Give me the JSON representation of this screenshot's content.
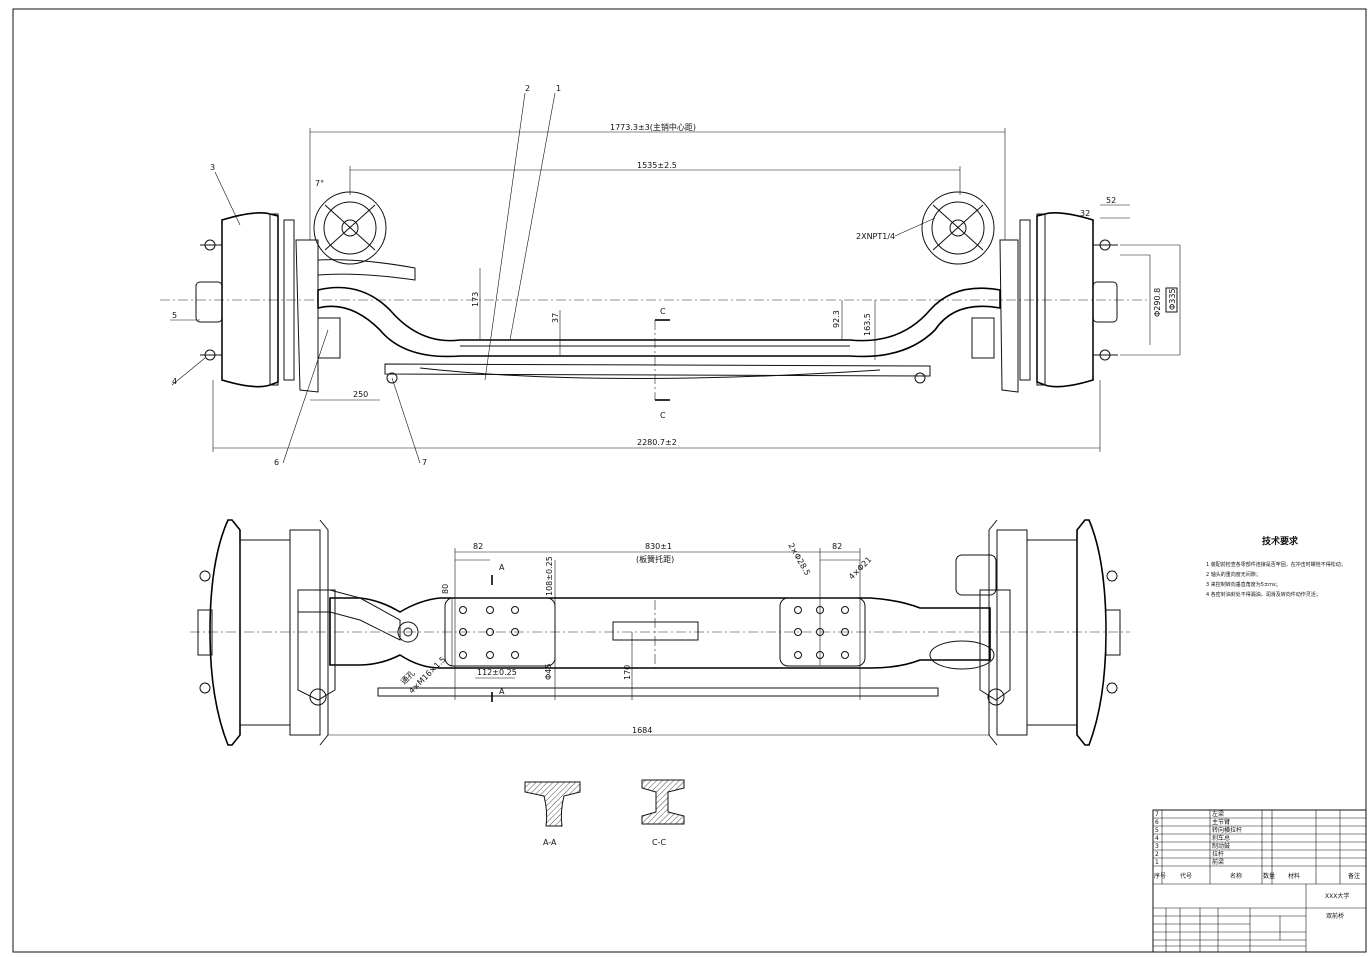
{
  "dimensions": {
    "kingpin_distance": "1773.3±3(主销中心距)",
    "chamber_span": "1535±2.5",
    "overall_width": "2280.7±2",
    "width_52": "52",
    "width_32": "32",
    "drop_173": "173",
    "drop_37": "37",
    "drop_92_3": "92.3",
    "drop_163_5": "163.5",
    "offset_250": "250",
    "drum_diameter": "Φ290.8",
    "drum_code": "Φ335",
    "thread_note": "2XNPT1/4",
    "angle_7": "7°",
    "spring_seat": "830±1",
    "spring_seat_note": "(板簧托距)",
    "seat_82_left": "82",
    "seat_82_right": "82",
    "seat_108": "108±0.25",
    "seat_80": "80",
    "seat_112": "112±0.25",
    "seat_45": "Φ45",
    "seat_170": "170",
    "tie_rod_length": "1684",
    "hole_note": "通孔",
    "thread_spec": "4×M16×1.5",
    "hole_4x21": "4×Φ21",
    "hole_right": "2×Φ28.5"
  },
  "callouts": [
    "1",
    "2",
    "3",
    "4",
    "5",
    "6",
    "7"
  ],
  "section_marks": {
    "a": "A",
    "c": "C"
  },
  "sections": {
    "aa": "A-A",
    "cc": "C-C"
  },
  "tech_requirements": {
    "title": "技术要求",
    "items": [
      "1 装配前检查各零部件连接是否牢固，在冲击时螺栓不得松动；",
      "2 轴头的重向度无间隙；",
      "3 来控制转向垂直角度为5±ms；",
      "4 各密封油封处不得漏油，润滑及转向件动作灵活；"
    ]
  },
  "bom": {
    "rows": [
      {
        "no": "7",
        "name": "左梁"
      },
      {
        "no": "6",
        "name": "主节臂"
      },
      {
        "no": "5",
        "name": "转向横拉杆"
      },
      {
        "no": "4",
        "name": "刹车总"
      },
      {
        "no": "3",
        "name": "制动鼓"
      },
      {
        "no": "2",
        "name": "拉杆"
      },
      {
        "no": "1",
        "name": "前梁"
      }
    ],
    "header": {
      "no": "序号",
      "code": "代号",
      "name": "名称",
      "qty": "数量",
      "material": "材料",
      "note": "备注"
    }
  },
  "title_block": {
    "school": "XXX大学",
    "drawing_name": "双前桥"
  }
}
